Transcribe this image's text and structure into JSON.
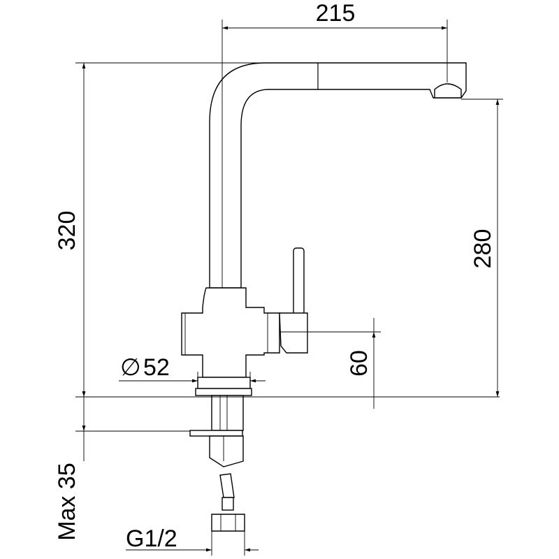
{
  "dimensions": {
    "spout_reach": "215",
    "total_height": "320",
    "outlet_height": "280",
    "lever_height": "60",
    "base_diameter": "52",
    "diameter_symbol": "∅",
    "max_thickness": "Max 35",
    "thread": "G1/2"
  }
}
